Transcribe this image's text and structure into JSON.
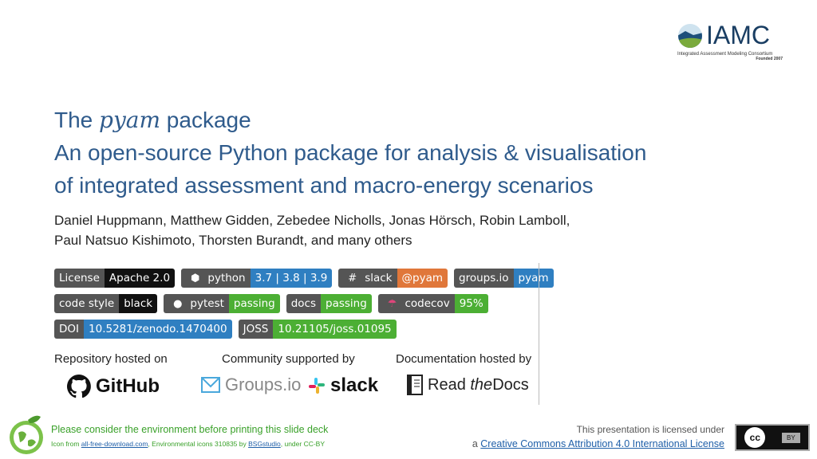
{
  "logo": {
    "name": "IAMC",
    "subtitle": "Integrated Assessment Modeling Consortium",
    "founded": "Founded 2007"
  },
  "title": {
    "pre": "The ",
    "pkg": "pyam",
    "post": " package",
    "line2": "An open-source Python package for analysis & visualisation",
    "line3": "of integrated assessment and macro-energy scenarios"
  },
  "authors": {
    "line1": "Daniel Huppmann, Matthew Gidden, Zebedee Nicholls, Jonas Hörsch, Robin Lamboll,",
    "line2": "Paul Natsuo Kishimoto, Thorsten Burandt, and many others"
  },
  "badges": [
    [
      {
        "label": "License",
        "value": "Apache 2.0",
        "color": "#111111"
      },
      {
        "label": "python",
        "value": "3.7 | 3.8 | 3.9",
        "color": "#2f7fc1",
        "icon": "python-icon"
      },
      {
        "label": "slack",
        "value": "@pyam",
        "color": "#e0773a",
        "icon": "slack-icon"
      },
      {
        "label": "groups.io",
        "value": "pyam",
        "color": "#2f7fc1"
      }
    ],
    [
      {
        "label": "code style",
        "value": "black",
        "color": "#111111"
      },
      {
        "label": "pytest",
        "value": "passing",
        "color": "#4caf34",
        "icon": "github-icon"
      },
      {
        "label": "docs",
        "value": "passing",
        "color": "#4caf34"
      },
      {
        "label": "codecov",
        "value": "95%",
        "color": "#4caf34",
        "icon": "codecov-icon"
      }
    ],
    [
      {
        "label": "DOI",
        "value": "10.5281/zenodo.1470400",
        "color": "#2f7fc1"
      },
      {
        "label": "JOSS",
        "value": "10.21105/joss.01095",
        "color": "#4caf34"
      }
    ]
  ],
  "hosted": {
    "repo": "Repository hosted on",
    "community": "Community supported by",
    "docs": "Documentation hosted by"
  },
  "logos": {
    "github": "GitHub",
    "groups": "Groups.io",
    "slack": "slack",
    "rtd_a": "Read ",
    "rtd_b": "the",
    "rtd_c": "Docs"
  },
  "footer": {
    "env": "Please consider the environment before printing this slide deck",
    "credit_pre": "Icon from ",
    "credit_link1": "all-free-download.com",
    "credit_mid": ", Environmental icons 310835 by ",
    "credit_link2": "BSGstudio",
    "credit_post": ", under CC-BY",
    "license_line1": "This presentation is licensed under",
    "license_pre": "a ",
    "license_link": "Creative Commons Attribution 4.0 International License",
    "cc": "cc",
    "by": "BY"
  }
}
